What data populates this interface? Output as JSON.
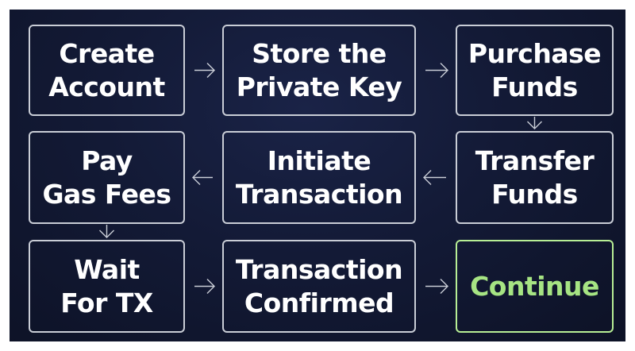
{
  "steps": [
    {
      "id": "create-account",
      "lines": [
        "Create",
        "Account"
      ],
      "highlight": false
    },
    {
      "id": "store-private-key",
      "lines": [
        "Store the",
        "Private Key"
      ],
      "highlight": false
    },
    {
      "id": "purchase-funds",
      "lines": [
        "Purchase",
        "Funds"
      ],
      "highlight": false
    },
    {
      "id": "transfer-funds",
      "lines": [
        "Transfer",
        "Funds"
      ],
      "highlight": false
    },
    {
      "id": "initiate-transaction",
      "lines": [
        "Initiate",
        "Transaction"
      ],
      "highlight": false
    },
    {
      "id": "pay-gas-fees",
      "lines": [
        "Pay",
        "Gas Fees"
      ],
      "highlight": false
    },
    {
      "id": "wait-for-tx",
      "lines": [
        "Wait",
        "For TX"
      ],
      "highlight": false
    },
    {
      "id": "transaction-confirmed",
      "lines": [
        "Transaction",
        "Confirmed"
      ],
      "highlight": false
    },
    {
      "id": "continue",
      "lines": [
        "Continue"
      ],
      "highlight": true
    }
  ],
  "connections": [
    [
      "create-account",
      "store-private-key"
    ],
    [
      "store-private-key",
      "purchase-funds"
    ],
    [
      "purchase-funds",
      "transfer-funds"
    ],
    [
      "transfer-funds",
      "initiate-transaction"
    ],
    [
      "initiate-transaction",
      "pay-gas-fees"
    ],
    [
      "pay-gas-fees",
      "wait-for-tx"
    ],
    [
      "wait-for-tx",
      "transaction-confirmed"
    ],
    [
      "transaction-confirmed",
      "continue"
    ]
  ],
  "colors": {
    "background": "#131a36",
    "box_border": "#c9cdd6",
    "text": "#ffffff",
    "highlight_border": "#b7ee95",
    "highlight_text": "#a6e483",
    "arrow": "#c9cdd6"
  }
}
